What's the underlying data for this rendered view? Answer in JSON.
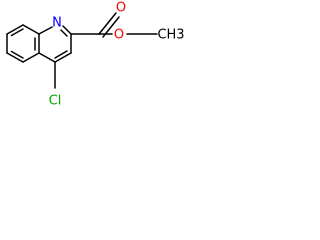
{
  "molecule": {
    "atom_labels": {
      "nitrogen": "N",
      "carbonyl_oxygen": "O",
      "ester_oxygen": "O",
      "methyl": "CH3",
      "chlorine": "Cl"
    }
  },
  "colors": {
    "bond": "#000000",
    "nitrogen": "#0000ff",
    "oxygen": "#ff0000",
    "chlorine": "#00aa00",
    "carbon": "#000000"
  }
}
